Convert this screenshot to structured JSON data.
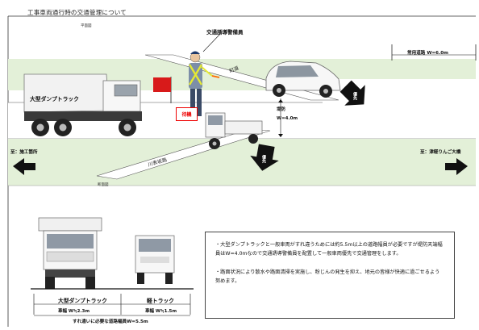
{
  "title": "工事車両通行時の交通管理について",
  "plan_labels": [
    "平面図",
    "断面図"
  ],
  "guard_label": "交通誘導警備員",
  "route_label": "常用道路 W=6.0m",
  "road_machi": "町道",
  "road_kawa": "川表坂路",
  "embankment_label": "堤防",
  "embankment_width": "W=4.0m",
  "dump_truck_label": "大型ダンプトラック",
  "wait_label": "待機",
  "priority_label": "優先",
  "dest_left": "至：施工箇所",
  "dest_right": "至：津軽りんご大橋",
  "lower": {
    "dump_label": "大型ダンプトラック",
    "dump_width": "車幅 W≒2.3m",
    "kei_label": "軽トラック",
    "kei_width": "車幅 W≒1.5m",
    "required": "すれ違いに必要な道路幅員W=5.5m"
  },
  "notes": [
    "・大型ダンプトラックと一般車両がすれ違うためには約5.5m以上の道路幅員が必要ですが堤防天端幅員はW=4.0mなので交通誘導警備員を配置して一般車両優先で交通管理をします。",
    "・路面状況により散水や路面清掃を実施し、粉じんの発生を抑え、地元の皆様が快適に過ごせるよう努めます。"
  ],
  "colors": {
    "road_green": "#e3f0d8",
    "arrow_black": "#111111",
    "wait_red": "#e00000",
    "flag_red": "#d81a1a",
    "vest_yellow": "#e4e834"
  },
  "icons": [
    "arrow-left-icon",
    "arrow-right-icon",
    "priority-arrow-icon"
  ]
}
